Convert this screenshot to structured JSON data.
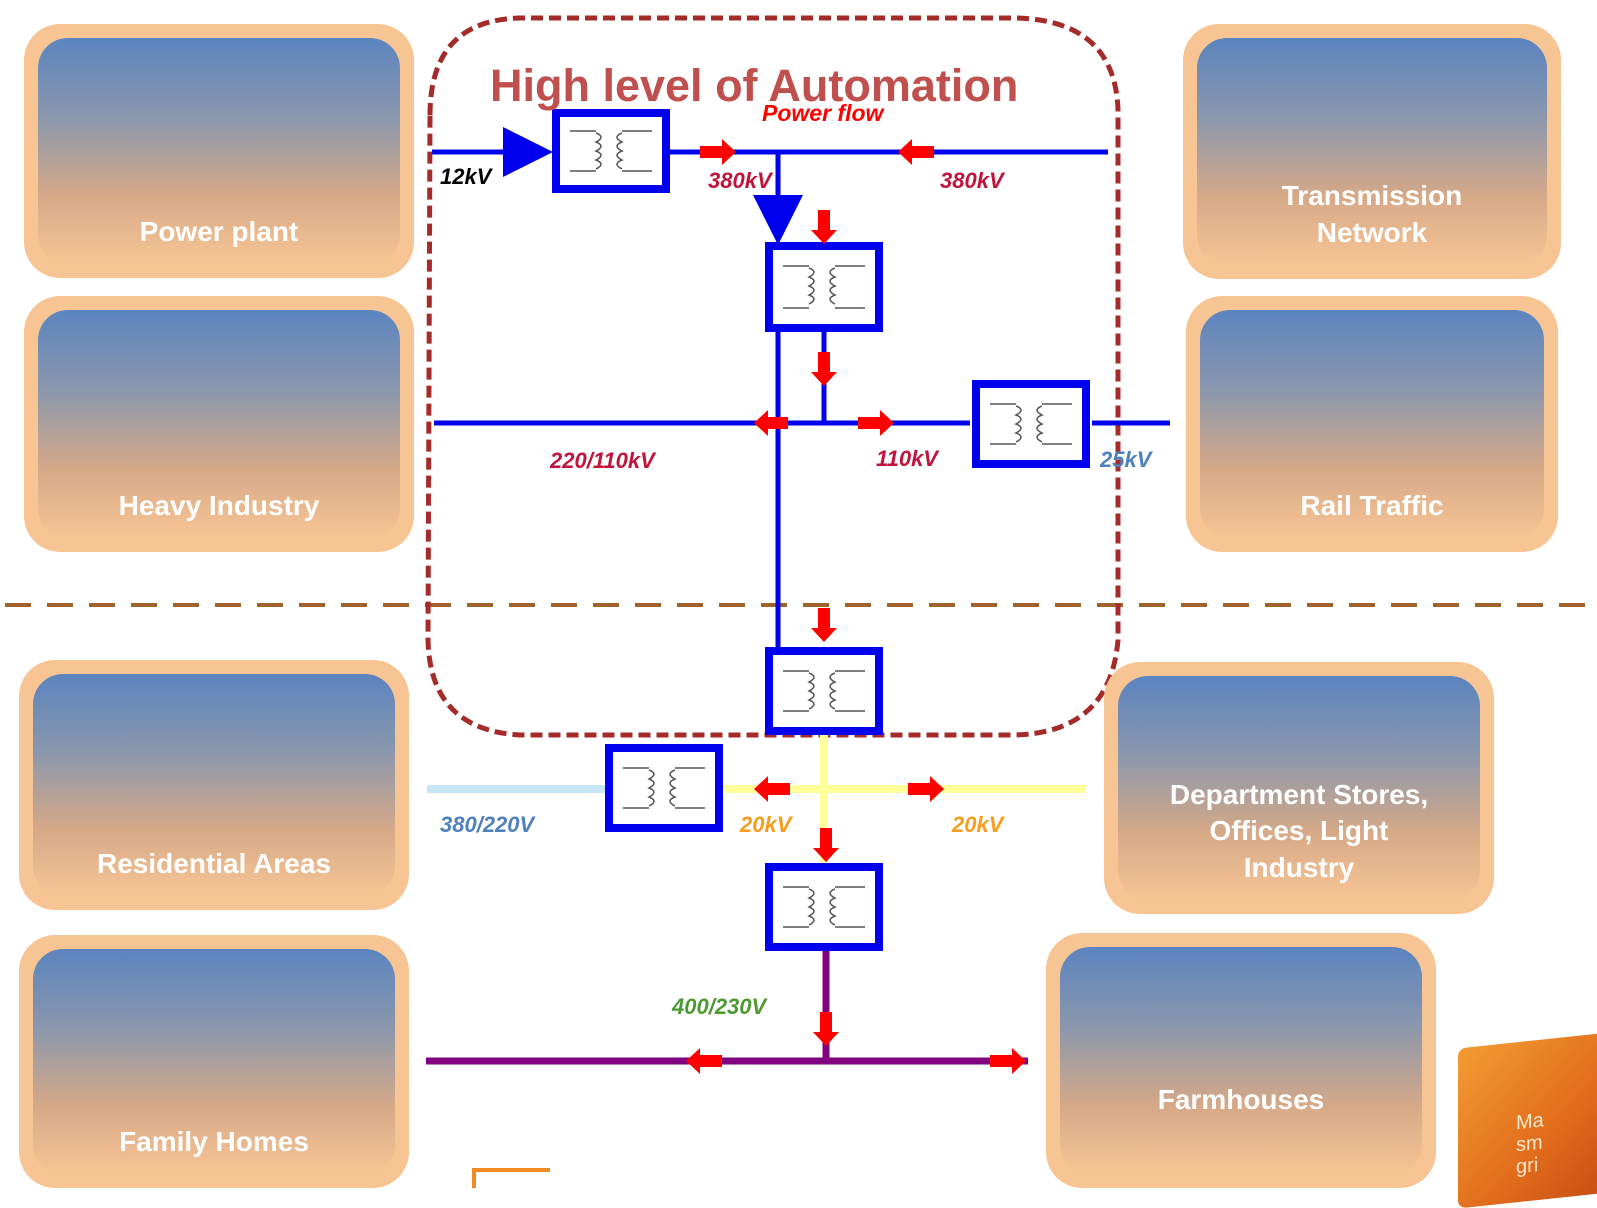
{
  "title": "High level of Automation",
  "power_flow_label": "Power flow",
  "panels": {
    "power_plant": "Power plant",
    "heavy_industry": "Heavy Industry",
    "transmission_network": "Transmission\nNetwork",
    "rail_traffic": "Rail Traffic",
    "residential_areas": "Residential Areas",
    "department_stores": "Department Stores,\nOffices, Light\nIndustry",
    "family_homes": "Family Homes",
    "farmhouses": "Farmhouses"
  },
  "voltages": {
    "v12kv": "12kV",
    "v380kv_a": "380kV",
    "v380kv_b": "380kV",
    "v220_110kv": "220/110kV",
    "v110kv": "110kV",
    "v25kv": "25kV",
    "v380_220v": "380/220V",
    "v20kv_a": "20kV",
    "v20kv_b": "20kV",
    "v400_230v": "400/230V"
  },
  "colors": {
    "line_blue": "#0000ee",
    "line_purple": "#800080",
    "line_yellow": "#ffff99",
    "line_lightblue": "#c6e6f7",
    "arrow_red": "#ff0000",
    "dash_brown": "#a0622d",
    "dash_automation": "#a52a2a",
    "title_red": "#c0504d"
  },
  "product_box_text": "Ma\nsm\ngri"
}
